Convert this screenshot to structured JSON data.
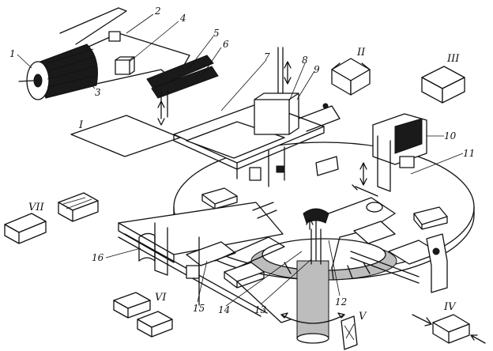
{
  "labels": {
    "n1": "1",
    "n2": "2",
    "n3": "3",
    "n4": "4",
    "n5": "5",
    "n6": "6",
    "n7": "7",
    "n8": "8",
    "n9": "9",
    "n10": "10",
    "n11": "11",
    "n12": "12",
    "n13": "13",
    "n14": "14",
    "n15": "15",
    "n16": "16"
  },
  "stages": {
    "s1": "I",
    "s2": "II",
    "s3": "III",
    "s4": "IV",
    "s5": "V",
    "s6": "VI",
    "s7": "VII"
  }
}
